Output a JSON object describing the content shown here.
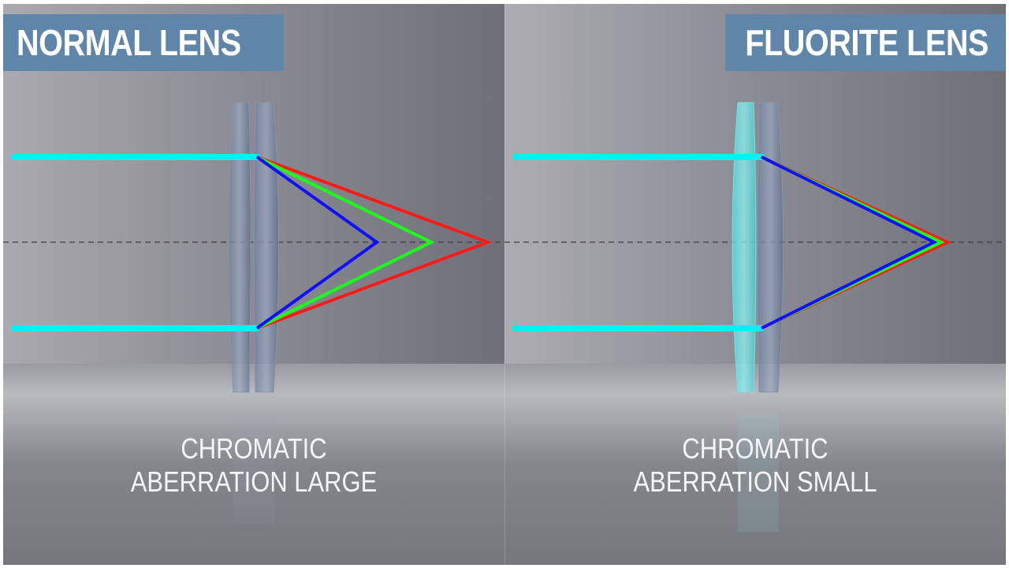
{
  "panels": {
    "left": {
      "title": "NORMAL LENS",
      "caption_line1": "CHROMATIC",
      "caption_line2": "ABERRATION LARGE"
    },
    "right": {
      "title": "FLUORITE LENS",
      "caption_line1": "CHROMATIC",
      "caption_line2": "ABERRATION SMALL"
    }
  },
  "colors": {
    "incoming_beam": "#00f2f6",
    "red_ray": "#ff1a1a",
    "green_ray": "#1aff1a",
    "blue_ray": "#1010ff",
    "title_box": "#5f85a8",
    "fluorite_tint": "#6ee6e6"
  }
}
